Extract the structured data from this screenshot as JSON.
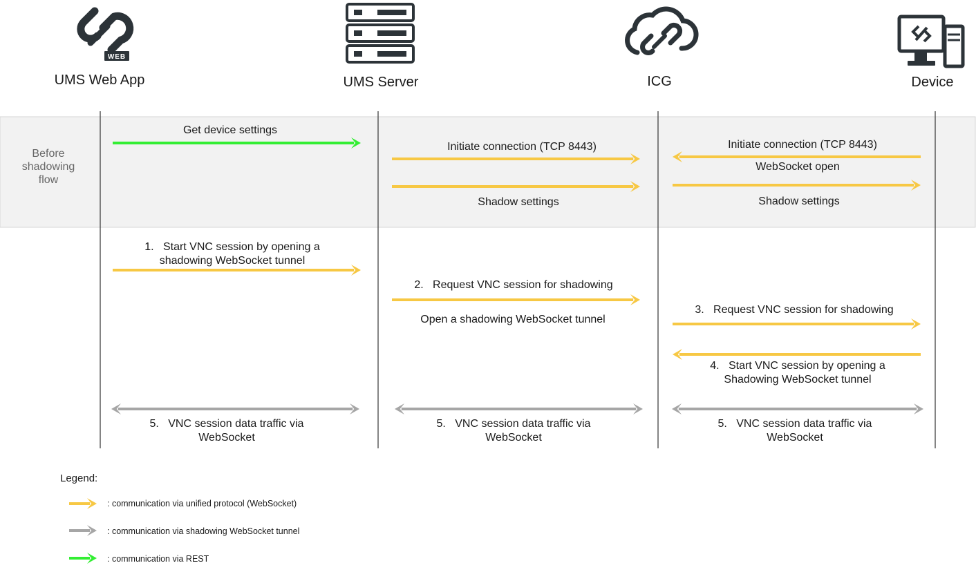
{
  "colors": {
    "unified": "#f7c844",
    "tunnel": "#a6a6a6",
    "rest": "#33ee33",
    "band": "#f2f2f2",
    "icon": "#2c3338",
    "lifeline": "#333333"
  },
  "actors": [
    {
      "label": "UMS Web App",
      "icon": "ums-web-logo-icon",
      "badge": "WEB"
    },
    {
      "label": "UMS Server",
      "icon": "server-rack-icon"
    },
    {
      "label": "ICG",
      "icon": "cloud-link-icon"
    },
    {
      "label": "Device",
      "icon": "desktop-computer-icon"
    }
  ],
  "phase": {
    "label_lines": [
      "Before",
      "shadowing",
      "flow"
    ]
  },
  "messages": [
    {
      "id": "get-settings",
      "lines": [
        "Get device settings"
      ],
      "kind": "rest"
    },
    {
      "id": "init-server",
      "lines": [
        "Initiate connection (TCP 8443)"
      ],
      "kind": "unified"
    },
    {
      "id": "shadow-server",
      "lines": [
        "Shadow settings"
      ],
      "kind": "unified"
    },
    {
      "id": "init-device",
      "lines": [
        "Initiate connection (TCP 8443)"
      ],
      "kind": "unified"
    },
    {
      "id": "ws-open",
      "lines": [
        "WebSocket open"
      ],
      "kind": "unified"
    },
    {
      "id": "shadow-device",
      "lines": [
        "Shadow settings"
      ],
      "kind": "unified"
    },
    {
      "id": "step1",
      "lines": [
        "1.   Start VNC session by opening a",
        "shadowing WebSocket tunnel"
      ],
      "kind": "unified"
    },
    {
      "id": "step2",
      "lines": [
        "2.   Request VNC session for shadowing"
      ],
      "kind": "unified"
    },
    {
      "id": "step2b",
      "lines": [
        "Open a shadowing WebSocket tunnel"
      ],
      "kind": "unified"
    },
    {
      "id": "step3",
      "lines": [
        "3.   Request VNC session for shadowing"
      ],
      "kind": "unified"
    },
    {
      "id": "step4",
      "lines": [
        "4.   Start VNC session by opening a",
        "Shadowing WebSocket tunnel"
      ],
      "kind": "unified"
    },
    {
      "id": "step5a",
      "lines": [
        "5.   VNC session data traffic via",
        "WebSocket"
      ],
      "kind": "tunnel"
    },
    {
      "id": "step5b",
      "lines": [
        "5.   VNC session data traffic via",
        "WebSocket"
      ],
      "kind": "tunnel"
    },
    {
      "id": "step5c",
      "lines": [
        "5.   VNC session data traffic via",
        "WebSocket"
      ],
      "kind": "tunnel"
    }
  ],
  "legend": {
    "title": "Legend:",
    "items": [
      {
        "kind": "unified",
        "text": ": communication via unified protocol (WebSocket)"
      },
      {
        "kind": "tunnel",
        "text": ": communication via shadowing WebSocket tunnel"
      },
      {
        "kind": "rest",
        "text": ": communication via REST"
      }
    ]
  }
}
